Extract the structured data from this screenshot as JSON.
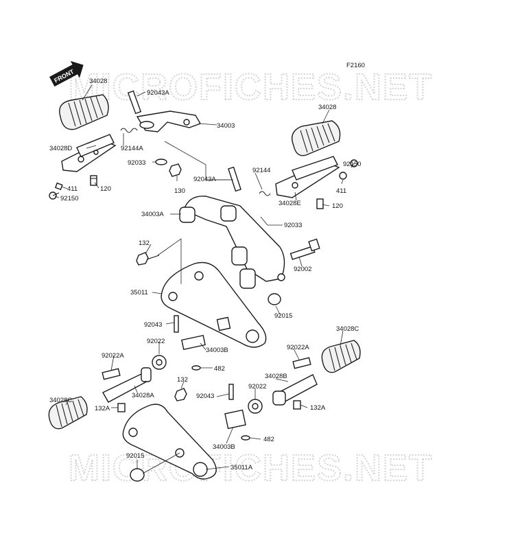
{
  "figure_code": "F2160",
  "front_label": "FRONT",
  "watermark": "MICROFICHES.NET",
  "labels": {
    "l34028_a": "34028",
    "l92043A_a": "92043A",
    "l34003": "34003",
    "l34028D": "34028D",
    "l92144A": "92144A",
    "l92033_a": "92033",
    "l411_a": "411",
    "l120_a": "120",
    "l92150_a": "92150",
    "l130": "130",
    "l34028_b": "34028",
    "l92043A_b": "92043A",
    "l92144": "92144",
    "l92150_b": "92150",
    "l411_b": "411",
    "l34028E": "34028E",
    "l120_b": "120",
    "l34003A": "34003A",
    "l92033_b": "92033",
    "l132_a": "132",
    "l92002": "92002",
    "l35011": "35011",
    "l92015_a": "92015",
    "l92043_a": "92043",
    "l92022_a": "92022",
    "l34003B_a": "34003B",
    "l482_a": "482",
    "l34028C_a": "34028C",
    "l92022A_a": "92022A",
    "l92022A_b": "92022A",
    "l34028B": "34028B",
    "l34028A": "34028A",
    "l132_b": "132",
    "l92043_b": "92043",
    "l92022_b": "92022",
    "l34028C_b": "34028C",
    "l132A_a": "132A",
    "l132A_b": "132A",
    "l482_b": "482",
    "l34003B_b": "34003B",
    "l92015_b": "92015",
    "l35011A": "35011A"
  }
}
